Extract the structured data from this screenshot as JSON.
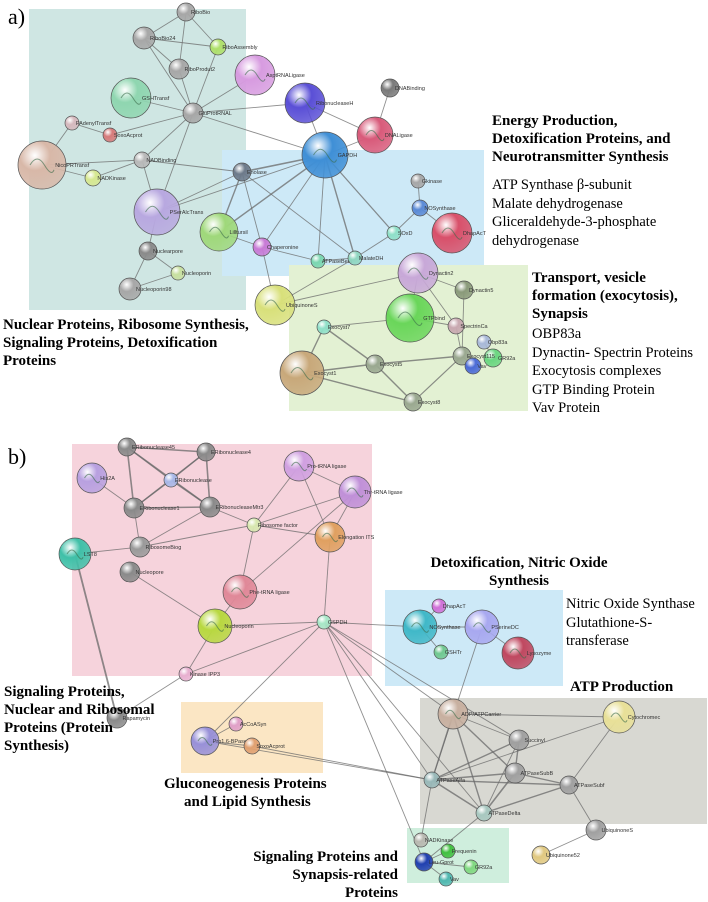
{
  "panel_a": {
    "letter": "a)",
    "groups": {
      "nuclear": {
        "title_lines": [
          "Nuclear Proteins, Ribosome Synthesis,",
          "Signaling Proteins, Detoxification",
          "Proteins"
        ],
        "color": "#cfe6e3"
      },
      "energy": {
        "title_lines": [
          "Energy Production,",
          "Detoxification Proteins, and",
          "Neurotransmitter Synthesis"
        ],
        "items": [
          "ATP Synthase β-subunit",
          "Malate dehydrogenase",
          "Gliceraldehyde-3-phosphate",
          "dehydrogenase"
        ],
        "color": "#cde9f7"
      },
      "transport": {
        "title_lines": [
          "Transport, vesicle",
          "formation (exocytosis),",
          "Synapsis"
        ],
        "items": [
          "OBP83a",
          "Dynactin- Spectrin Proteins",
          "Exocytosis complexes",
          "GTP Binding Protein",
          "Vav Protein"
        ],
        "color": "#e3f1d3"
      }
    },
    "nodes": [
      {
        "id": "RiboBio",
        "color": "#a7a7a7"
      },
      {
        "id": "RiboBio24",
        "color": "#a7a7a7"
      },
      {
        "id": "RiboAssembly",
        "color": "#aee06a"
      },
      {
        "id": "RiboProdut2",
        "color": "#a7a7a7"
      },
      {
        "id": "AsptRNALigase",
        "color": "#d79be0"
      },
      {
        "id": "GSHTransf",
        "color": "#8fd6b0"
      },
      {
        "id": "GluProtRNAL",
        "color": "#a7a7a7"
      },
      {
        "id": "RibonucleaseH",
        "color": "#5a4fd6"
      },
      {
        "id": "DNABinding",
        "color": "#7a7a7a"
      },
      {
        "id": "PAdenylTransf",
        "color": "#d6b9be"
      },
      {
        "id": "SoxoAcprot",
        "color": "#d67b7b"
      },
      {
        "id": "DNALigase",
        "color": "#d85a7a"
      },
      {
        "id": "NADBinding",
        "color": "#b8b8b8"
      },
      {
        "id": "NicoPRTransf",
        "color": "#d8b8a8"
      },
      {
        "id": "GAPDH",
        "color": "#3f8fd6"
      },
      {
        "id": "Enolase",
        "color": "#6d7a8a"
      },
      {
        "id": "NADKinase",
        "color": "#d6e890"
      },
      {
        "id": "Gkinase",
        "color": "#a7a7a7"
      },
      {
        "id": "PSerAlcTrans",
        "color": "#b8a8e0"
      },
      {
        "id": "NOSynthase",
        "color": "#5a8ad6"
      },
      {
        "id": "DhapAcT",
        "color": "#d8506a"
      },
      {
        "id": "Lilltursil",
        "color": "#9fd87a"
      },
      {
        "id": "Chaperonine",
        "color": "#c87ad6"
      },
      {
        "id": "SOxD",
        "color": "#8fe0c8"
      },
      {
        "id": "Nuclearpore",
        "color": "#8a8a8a"
      },
      {
        "id": "ATPaseBeta",
        "color": "#7ad6b0"
      },
      {
        "id": "MalateDH",
        "color": "#8fd6c0"
      },
      {
        "id": "Nucleoporin",
        "color": "#c8e0a0"
      },
      {
        "id": "Nucleoporin98",
        "color": "#a7a7a7"
      },
      {
        "id": "Dynactin2",
        "color": "#c8a8d8"
      },
      {
        "id": "Dynactin5",
        "color": "#8a9a7a"
      },
      {
        "id": "UbiquinoneS",
        "color": "#d8e07a"
      },
      {
        "id": "Exocyst7",
        "color": "#8fe0c8"
      },
      {
        "id": "GTPbind",
        "color": "#6ad65a"
      },
      {
        "id": "SpectrinCa",
        "color": "#c8a8b0"
      },
      {
        "id": "Obp83a",
        "color": "#a8b8d8"
      },
      {
        "id": "GR92a",
        "color": "#6ad680"
      },
      {
        "id": "Exocyst115",
        "color": "#9aa890"
      },
      {
        "id": "Vav",
        "color": "#4a6ad6"
      },
      {
        "id": "Exocyst1",
        "color": "#c8a87a"
      },
      {
        "id": "Exocyst5",
        "color": "#9aa890"
      },
      {
        "id": "Exocyst8",
        "color": "#9aa890"
      }
    ]
  },
  "panel_b": {
    "letter": "b)",
    "groups": {
      "signaling": {
        "title_lines": [
          "Signaling Proteins,",
          "Nuclear and Ribosomal",
          "Proteins (Protein",
          "Synthesis)"
        ],
        "color": "#f6d3dc"
      },
      "gluco": {
        "title_lines": [
          "Gluconeogenesis Proteins",
          "and Lipid Synthesis"
        ],
        "color": "#fbe6c4"
      },
      "detox": {
        "title_lines": [
          "Detoxification, Nitric Oxide",
          "Synthesis"
        ],
        "items": [
          "Nitric Oxide Synthase",
          "Glutathione-S-",
          "transferase"
        ],
        "color": "#cde9f7"
      },
      "atp": {
        "title_lines": [
          "ATP Production"
        ],
        "color": "#d8d8d2"
      },
      "synapse": {
        "title_lines": [
          "Signaling Proteins and",
          "Synapsis-related Proteins"
        ],
        "color": "#cfeedd"
      }
    },
    "nodes": [
      {
        "id": "ERibonuclease45",
        "color": "#8a8a8a"
      },
      {
        "id": "ERibonuclease4",
        "color": "#8a8a8a"
      },
      {
        "id": "His2A",
        "color": "#b8a0e0"
      },
      {
        "id": "ERibonuclease",
        "color": "#a8b8e8"
      },
      {
        "id": "ERibonuclease1",
        "color": "#8a8a8a"
      },
      {
        "id": "Pro-tRNA ligase",
        "color": "#d0a0e0"
      },
      {
        "id": "Thr-tRNA ligase",
        "color": "#c090d8"
      },
      {
        "id": "ERibonucleaseMtr3",
        "color": "#8a8a8a"
      },
      {
        "id": "Ribosome factor",
        "color": "#d8e8b0"
      },
      {
        "id": "Elongation ITS",
        "color": "#e0a060"
      },
      {
        "id": "LST8",
        "color": "#40c0a8"
      },
      {
        "id": "RibosomeBiog",
        "color": "#9a9a9a"
      },
      {
        "id": "Nucleopore",
        "color": "#8a8a8a"
      },
      {
        "id": "Phe-tRNA ligase",
        "color": "#e08898"
      },
      {
        "id": "Nucleoporin",
        "color": "#b8d840"
      },
      {
        "id": "GSPDH",
        "color": "#a8e8c8"
      },
      {
        "id": "Kinase IPP3",
        "color": "#e8b0d0"
      },
      {
        "id": "Rapamycin",
        "color": "#8a8a8a"
      },
      {
        "id": "DhapAcT",
        "color": "#d070d8"
      },
      {
        "id": "NOSynthase",
        "color": "#40b8c8"
      },
      {
        "id": "PSerineDC",
        "color": "#a8a8f0"
      },
      {
        "id": "GSHTr",
        "color": "#70c890"
      },
      {
        "id": "Lysozyme",
        "color": "#c04860"
      },
      {
        "id": "AcCoASyn",
        "color": "#e0a0c8"
      },
      {
        "id": "Pro1,6-BPase",
        "color": "#9890d8"
      },
      {
        "id": "SoxoAcprot",
        "color": "#e0a070"
      },
      {
        "id": "ADP/ATPCarrier",
        "color": "#c8b0a0"
      },
      {
        "id": "Cytochromec",
        "color": "#e8e098"
      },
      {
        "id": "Succinyl",
        "color": "#a0a0a0"
      },
      {
        "id": "ATPaseSubB",
        "color": "#a0a0a0"
      },
      {
        "id": "ATPaseAlfa",
        "color": "#98b8b8"
      },
      {
        "id": "ATPaseSubf",
        "color": "#a0a0a0"
      },
      {
        "id": "ATPaseDelta",
        "color": "#a8c8c0"
      },
      {
        "id": "UbiquinoneS",
        "color": "#a0a0a0"
      },
      {
        "id": "NADKinase",
        "color": "#b8b8b0"
      },
      {
        "id": "Frequenin",
        "color": "#40c040"
      },
      {
        "id": "Leu-Gprot",
        "color": "#2040b0"
      },
      {
        "id": "GR92a",
        "color": "#80d880"
      },
      {
        "id": "Vav",
        "color": "#50b8b0"
      },
      {
        "id": "Ubiquinone52",
        "color": "#e0c880"
      }
    ]
  }
}
